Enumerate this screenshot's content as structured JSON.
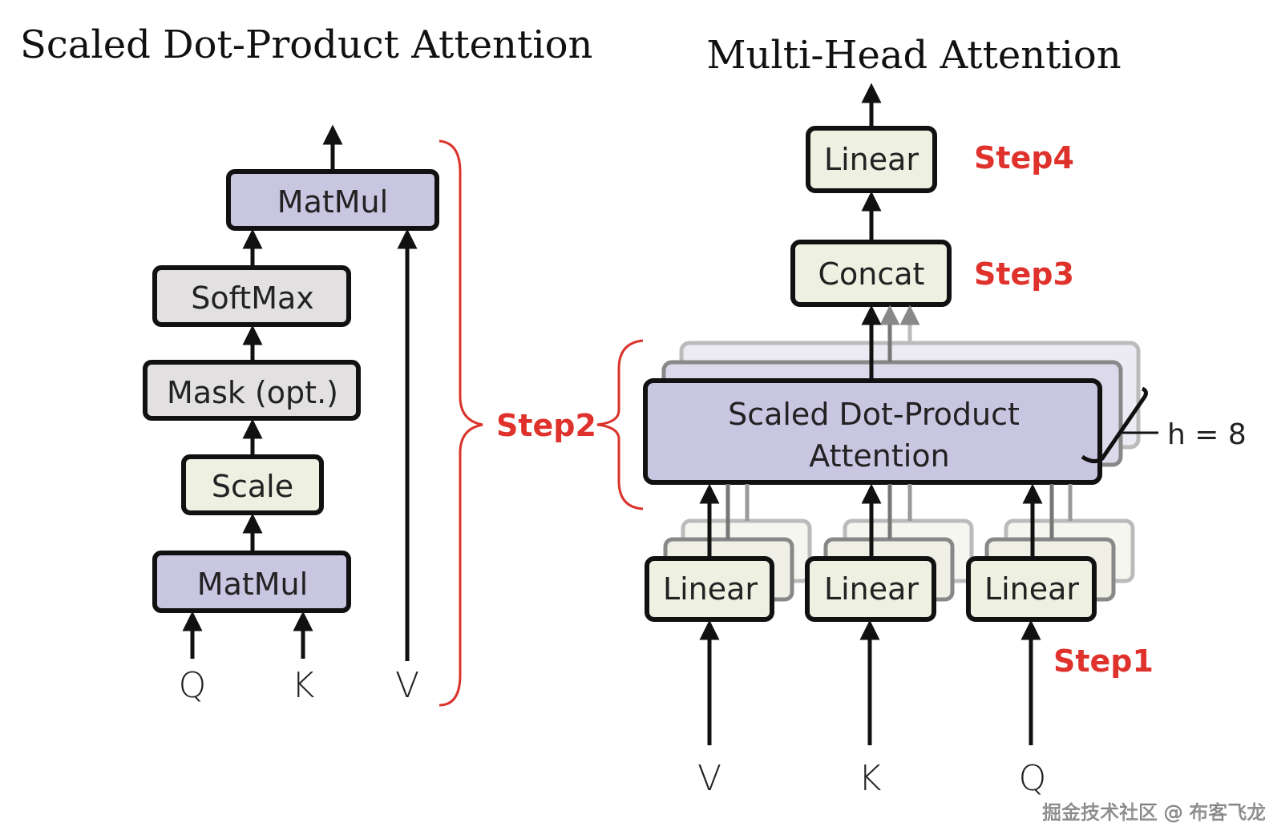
{
  "left": {
    "title": "Scaled Dot-Product Attention",
    "boxes": {
      "matmul_top": "MatMul",
      "softmax": "SoftMax",
      "mask": "Mask (opt.)",
      "scale": "Scale",
      "matmul_bottom": "MatMul"
    },
    "inputs": [
      "Q",
      "K",
      "V"
    ]
  },
  "right": {
    "title": "Multi-Head Attention",
    "boxes": {
      "linear_top": "Linear",
      "concat": "Concat",
      "sdpa_line1": "Scaled Dot-Product",
      "sdpa_line2": "Attention",
      "linear_v": "Linear",
      "linear_k": "Linear",
      "linear_q": "Linear"
    },
    "heads_label": "h = 8",
    "inputs": [
      "V",
      "K",
      "Q"
    ]
  },
  "annotations": {
    "step1": "Step1",
    "step2": "Step2",
    "step3": "Step3",
    "step4": "Step4"
  },
  "watermark": "掘金技术社区 @ 布客飞龙",
  "colors": {
    "annotation_red": "#e0322c",
    "box_purple": "#c9c6e2",
    "box_gray": "#e2e0e0",
    "box_cream": "#eef0e2"
  }
}
